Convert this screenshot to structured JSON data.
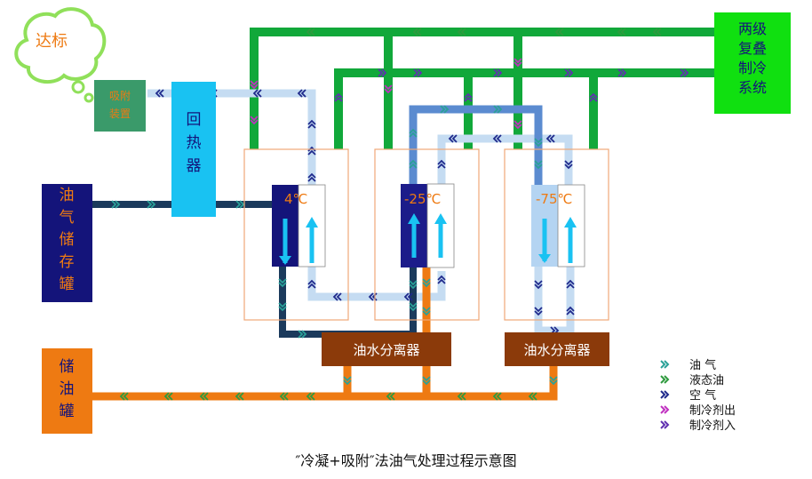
{
  "cloud_label": "达标",
  "adsorb_label": "吸附装置",
  "heat_exchanger_label": "回热器",
  "oil_tank_label": "油气储存罐",
  "storage_tank_label": "储油罐",
  "refrigeration_label": "两级复叠制冷系统",
  "temps": [
    "4℃",
    "-25℃",
    "-75℃"
  ],
  "separator_label": "油水分离器",
  "legend": [
    {
      "label": "油  气",
      "color": "#2aa198",
      "icon": "chevron-teal-icon"
    },
    {
      "label": "液态油",
      "color": "#2e9a3e",
      "icon": "chevron-green-icon"
    },
    {
      "label": "空  气",
      "color": "#1f2a8c",
      "icon": "chevron-navy-icon"
    },
    {
      "label": "制冷剂出",
      "color": "#c030c0",
      "icon": "chevron-magenta-icon"
    },
    {
      "label": "制冷剂入",
      "color": "#6030b0",
      "icon": "chevron-purple-icon"
    }
  ],
  "caption": "″冷凝+吸附″法油气处理过程示意图",
  "colors": {
    "green": "#11a83a",
    "light_blue": "#c5dcf2",
    "mid_blue": "#5b8bd0",
    "dark_navy": "#1b3a5c",
    "orange": "#ee7a12",
    "brown": "#8b3a0a",
    "cyan": "#19c2f2",
    "navy": "#14147a",
    "lime": "#10e010"
  }
}
